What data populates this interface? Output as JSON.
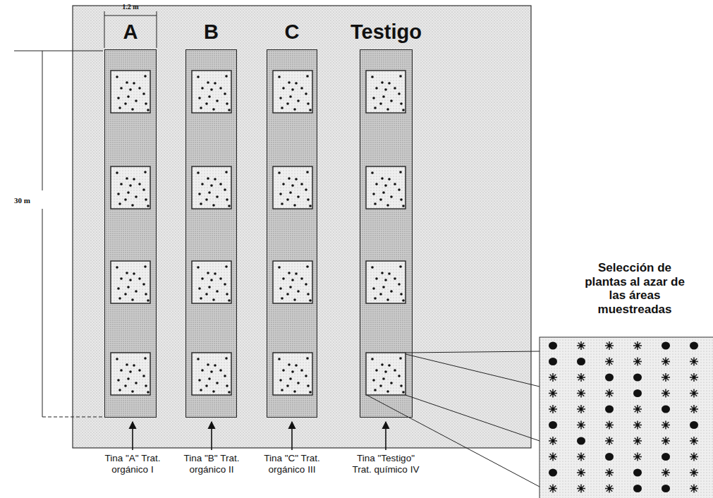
{
  "diagram": {
    "nodes": [
      {
        "text": [
          "A"
        ]
      },
      {
        "text": [
          "B"
        ]
      },
      {
        "text": [
          "C"
        ]
      },
      {
        "text": [
          "Testigo"
        ]
      }
    ],
    "labels": [
      "1.2 m",
      "30 m",
      "Tina \"A\" Trat. orgánico I",
      "Tina \"B\" Trat. orgánico II",
      "Tina \"C\" Trat. orgánico III",
      "Tina \"Testigo\" Trat. químico IV",
      "Selección de plantas al azar de las áreas muestreadas"
    ]
  }
}
